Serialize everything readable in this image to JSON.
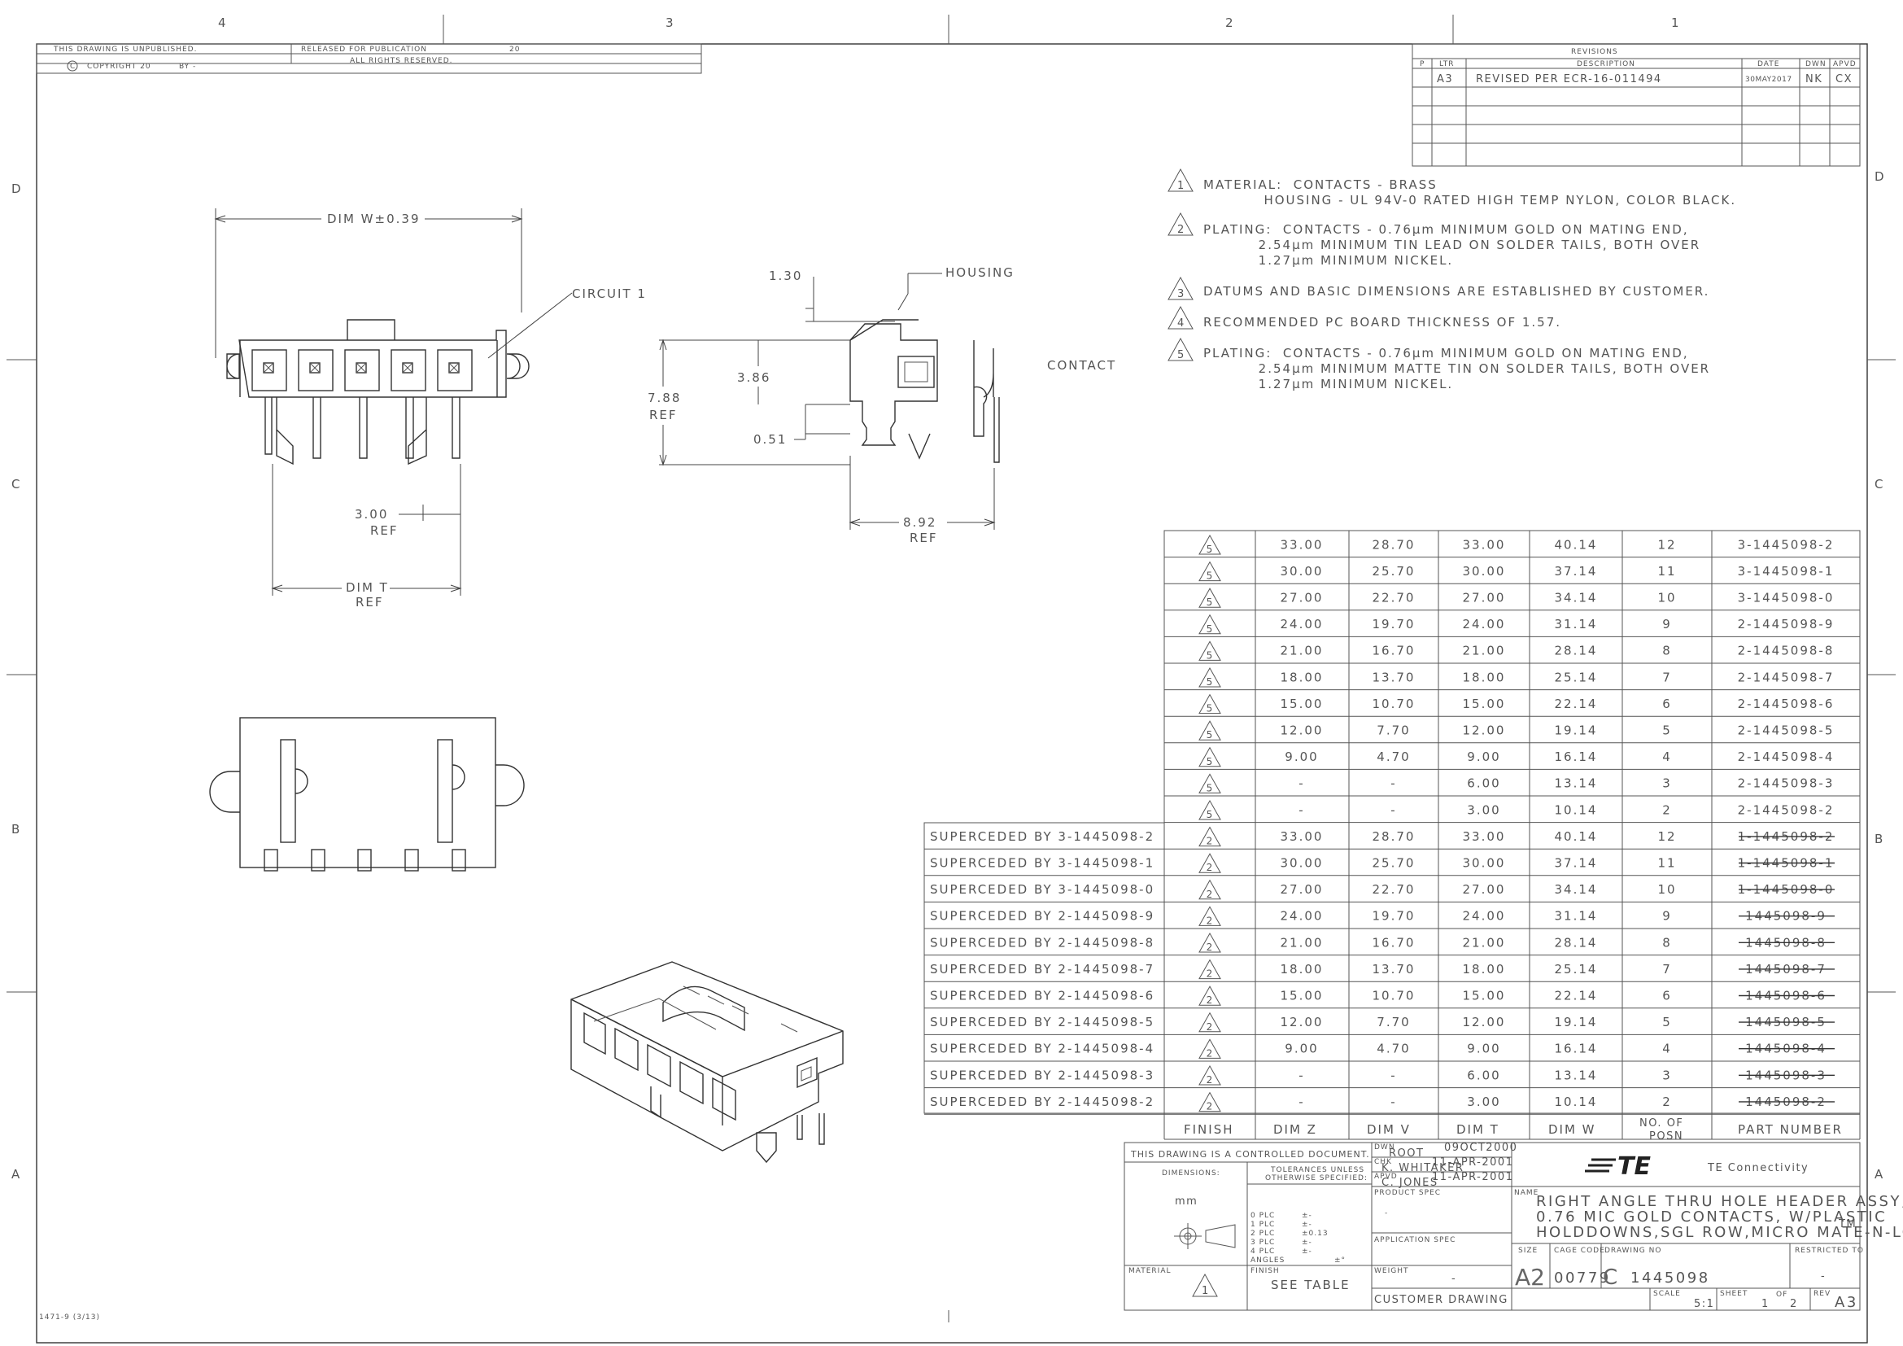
{
  "zones": {
    "cols": [
      "4",
      "3",
      "2",
      "1"
    ],
    "rows": [
      "D",
      "C",
      "B",
      "A"
    ]
  },
  "header": {
    "unpublished": "THIS DRAWING IS UNPUBLISHED.",
    "copyright": "COPYRIGHT 20",
    "by": "BY -",
    "released": "RELEASED FOR PUBLICATION",
    "year": "20",
    "rights": "ALL RIGHTS RESERVED."
  },
  "revisions": {
    "title": "REVISIONS",
    "headers": [
      "P",
      "LTR",
      "DESCRIPTION",
      "DATE",
      "DWN",
      "APVD"
    ],
    "rows": [
      {
        "ltr": "A3",
        "desc": "REVISED PER ECR-16-011494",
        "date": "30MAY2017",
        "dwn": "NK",
        "apvd": "CX"
      }
    ]
  },
  "notes": [
    {
      "num": "1",
      "lines": [
        "MATERIAL:  CONTACTS - BRASS",
        "           HOUSING - UL 94V-0 RATED HIGH TEMP NYLON, COLOR BLACK."
      ]
    },
    {
      "num": "2",
      "lines": [
        "PLATING:  CONTACTS - 0.76µm MINIMUM GOLD ON MATING END,",
        "          2.54µm MINIMUM TIN LEAD ON SOLDER TAILS, BOTH OVER",
        "          1.27µm MINIMUM NICKEL."
      ]
    },
    {
      "num": "3",
      "lines": [
        "DATUMS AND BASIC DIMENSIONS ARE ESTABLISHED BY CUSTOMER."
      ]
    },
    {
      "num": "4",
      "lines": [
        "RECOMMENDED PC BOARD THICKNESS OF 1.57."
      ]
    },
    {
      "num": "5",
      "lines": [
        "PLATING:  CONTACTS - 0.76µm MINIMUM GOLD ON MATING END,",
        "          2.54µm MINIMUM MATTE TIN ON SOLDER TAILS, BOTH OVER",
        "          1.27µm MINIMUM NICKEL."
      ]
    }
  ],
  "views": {
    "dim_w": "DIM W±0.39",
    "circuit": "CIRCUIT 1",
    "pitch": "3.00",
    "pitch_ref": "REF",
    "dim_t": "DIM T",
    "dim_t_ref": "REF",
    "d130": "1.30",
    "housing": "HOUSING",
    "d386": "3.86",
    "d788": "7.88",
    "d788_ref": "REF",
    "d051": "0.51",
    "d892": "8.92",
    "d892_ref": "REF",
    "contact": "CONTACT"
  },
  "table": {
    "headers": [
      "FINISH",
      "DIM Z",
      "DIM V",
      "DIM T",
      "DIM W",
      "NO. OF POSN",
      "PART NUMBER"
    ],
    "rows": [
      {
        "note": "",
        "finish": "5",
        "z": "33.00",
        "v": "28.70",
        "t": "33.00",
        "w": "40.14",
        "posn": "12",
        "part": "3-1445098-2",
        "struck": false
      },
      {
        "note": "",
        "finish": "5",
        "z": "30.00",
        "v": "25.70",
        "t": "30.00",
        "w": "37.14",
        "posn": "11",
        "part": "3-1445098-1",
        "struck": false
      },
      {
        "note": "",
        "finish": "5",
        "z": "27.00",
        "v": "22.70",
        "t": "27.00",
        "w": "34.14",
        "posn": "10",
        "part": "3-1445098-0",
        "struck": false
      },
      {
        "note": "",
        "finish": "5",
        "z": "24.00",
        "v": "19.70",
        "t": "24.00",
        "w": "31.14",
        "posn": "9",
        "part": "2-1445098-9",
        "struck": false
      },
      {
        "note": "",
        "finish": "5",
        "z": "21.00",
        "v": "16.70",
        "t": "21.00",
        "w": "28.14",
        "posn": "8",
        "part": "2-1445098-8",
        "struck": false
      },
      {
        "note": "",
        "finish": "5",
        "z": "18.00",
        "v": "13.70",
        "t": "18.00",
        "w": "25.14",
        "posn": "7",
        "part": "2-1445098-7",
        "struck": false
      },
      {
        "note": "",
        "finish": "5",
        "z": "15.00",
        "v": "10.70",
        "t": "15.00",
        "w": "22.14",
        "posn": "6",
        "part": "2-1445098-6",
        "struck": false
      },
      {
        "note": "",
        "finish": "5",
        "z": "12.00",
        "v": "7.70",
        "t": "12.00",
        "w": "19.14",
        "posn": "5",
        "part": "2-1445098-5",
        "struck": false
      },
      {
        "note": "",
        "finish": "5",
        "z": "9.00",
        "v": "4.70",
        "t": "9.00",
        "w": "16.14",
        "posn": "4",
        "part": "2-1445098-4",
        "struck": false
      },
      {
        "note": "",
        "finish": "5",
        "z": "-",
        "v": "-",
        "t": "6.00",
        "w": "13.14",
        "posn": "3",
        "part": "2-1445098-3",
        "struck": false
      },
      {
        "note": "",
        "finish": "5",
        "z": "-",
        "v": "-",
        "t": "3.00",
        "w": "10.14",
        "posn": "2",
        "part": "2-1445098-2",
        "struck": false
      },
      {
        "note": "SUPERCEDED BY 3-1445098-2",
        "finish": "2",
        "z": "33.00",
        "v": "28.70",
        "t": "33.00",
        "w": "40.14",
        "posn": "12",
        "part": "1-1445098-2",
        "struck": true
      },
      {
        "note": "SUPERCEDED BY 3-1445098-1",
        "finish": "2",
        "z": "30.00",
        "v": "25.70",
        "t": "30.00",
        "w": "37.14",
        "posn": "11",
        "part": "1-1445098-1",
        "struck": true
      },
      {
        "note": "SUPERCEDED BY 3-1445098-0",
        "finish": "2",
        "z": "27.00",
        "v": "22.70",
        "t": "27.00",
        "w": "34.14",
        "posn": "10",
        "part": "1-1445098-0",
        "struck": true
      },
      {
        "note": "SUPERCEDED BY 2-1445098-9",
        "finish": "2",
        "z": "24.00",
        "v": "19.70",
        "t": "24.00",
        "w": "31.14",
        "posn": "9",
        "part": "1445098-9",
        "struck": true
      },
      {
        "note": "SUPERCEDED BY 2-1445098-8",
        "finish": "2",
        "z": "21.00",
        "v": "16.70",
        "t": "21.00",
        "w": "28.14",
        "posn": "8",
        "part": "1445098-8",
        "struck": true
      },
      {
        "note": "SUPERCEDED BY 2-1445098-7",
        "finish": "2",
        "z": "18.00",
        "v": "13.70",
        "t": "18.00",
        "w": "25.14",
        "posn": "7",
        "part": "1445098-7",
        "struck": true
      },
      {
        "note": "SUPERCEDED BY 2-1445098-6",
        "finish": "2",
        "z": "15.00",
        "v": "10.70",
        "t": "15.00",
        "w": "22.14",
        "posn": "6",
        "part": "1445098-6",
        "struck": true
      },
      {
        "note": "SUPERCEDED BY 2-1445098-5",
        "finish": "2",
        "z": "12.00",
        "v": "7.70",
        "t": "12.00",
        "w": "19.14",
        "posn": "5",
        "part": "1445098-5",
        "struck": true
      },
      {
        "note": "SUPERCEDED BY 2-1445098-4",
        "finish": "2",
        "z": "9.00",
        "v": "4.70",
        "t": "9.00",
        "w": "16.14",
        "posn": "4",
        "part": "1445098-4",
        "struck": true
      },
      {
        "note": "SUPERCEDED BY 2-1445098-3",
        "finish": "2",
        "z": "-",
        "v": "-",
        "t": "6.00",
        "w": "13.14",
        "posn": "3",
        "part": "1445098-3",
        "struck": true
      },
      {
        "note": "SUPERCEDED BY 2-1445098-2",
        "finish": "2",
        "z": "-",
        "v": "-",
        "t": "3.00",
        "w": "10.14",
        "posn": "2",
        "part": "1445098-2",
        "struck": true
      }
    ]
  },
  "title_block": {
    "controlled": "THIS DRAWING IS A CONTROLLED DOCUMENT.",
    "dwn_label": "DWN",
    "dwn_name": "ROOT",
    "dwn_date": "09OCT2000",
    "chk_label": "CHK",
    "chk_name": "K. WHITAKER",
    "chk_date": "11-APR-2001",
    "apvd_label": "APVD",
    "apvd_name": "C. JONES",
    "apvd_date": "11-APR-2001",
    "dimensions_label": "DIMENSIONS:",
    "units": "mm",
    "tolerances": "TOLERANCES UNLESS OTHERWISE SPECIFIED:",
    "tol_rows": [
      {
        "plc": "0 PLC",
        "val": "±-"
      },
      {
        "plc": "1 PLC",
        "val": "±-"
      },
      {
        "plc": "2 PLC",
        "val": "±0.13"
      },
      {
        "plc": "3 PLC",
        "val": "±-"
      },
      {
        "plc": "4 PLC",
        "val": "±-"
      },
      {
        "plc": "ANGLES",
        "val": "±°"
      }
    ],
    "product_spec_label": "PRODUCT SPEC",
    "product_spec": "-",
    "app_spec_label": "APPLICATION SPEC",
    "material_label": "MATERIAL",
    "finish_label": "FINISH",
    "finish_value": "SEE TABLE",
    "material_note": "1",
    "weight_label": "WEIGHT",
    "weight": "-",
    "customer_drawing": "CUSTOMER DRAWING",
    "logo": "TE",
    "company": "TE Connectivity",
    "name_label": "NAME",
    "name_lines": [
      "RIGHT ANGLE THRU HOLE HEADER ASSY,",
      "0.76 MIC GOLD CONTACTS, W/PLASTIC",
      "HOLDDOWNS,SGL ROW,MICRO MATE-N-LOK"
    ],
    "tm": "TM",
    "size_label": "SIZE",
    "size": "A2",
    "cage_label": "CAGE CODE",
    "cage": "00779",
    "dwg_label": "DRAWING NO",
    "dwg_prefix": "C",
    "dwg": "1445098",
    "restricted_label": "RESTRICTED TO",
    "restricted": "-",
    "scale_label": "SCALE",
    "scale": "5:1",
    "sheet_label": "SHEET",
    "sheet": "1",
    "of_label": "OF",
    "of": "2",
    "rev_label": "REV",
    "rev": "A3"
  },
  "form_id": "1471-9 (3/13)"
}
